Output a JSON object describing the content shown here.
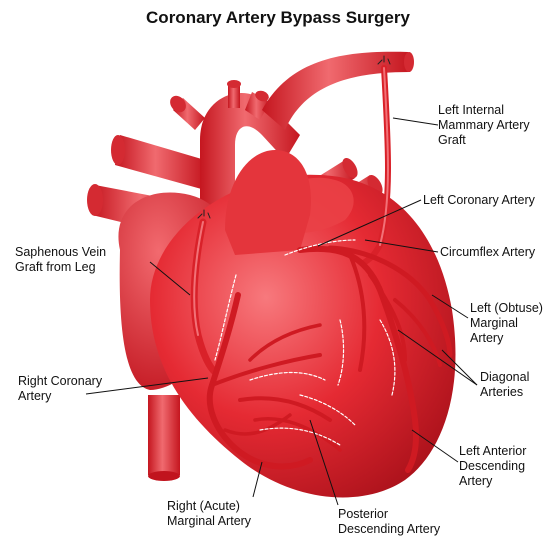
{
  "title": "Coronary Artery Bypass Surgery",
  "colors": {
    "heart_light": "#f3666b",
    "heart_mid": "#e0222c",
    "heart_dark": "#b3131c",
    "vessel": "#e3262f",
    "suture": "#ffffff",
    "leader": "#111111"
  },
  "labels": {
    "lima": [
      "Left Internal",
      "Mammary Artery",
      "Graft"
    ],
    "left_coronary": [
      "Left Coronary Artery"
    ],
    "circumflex": [
      "Circumflex Artery"
    ],
    "saphenous": [
      "Saphenous Vein",
      "Graft from Leg"
    ],
    "obtuse": [
      "Left (Obtuse)",
      "Marginal",
      "Artery"
    ],
    "right_coronary": [
      "Right Coronary",
      "Artery"
    ],
    "diagonal": [
      "Diagonal",
      "Arteries"
    ],
    "lad": [
      "Left Anterior",
      "Descending",
      "Artery"
    ],
    "acute": [
      "Right (Acute)",
      "Marginal Artery"
    ],
    "posterior": [
      "Posterior",
      "Descending Artery"
    ]
  }
}
